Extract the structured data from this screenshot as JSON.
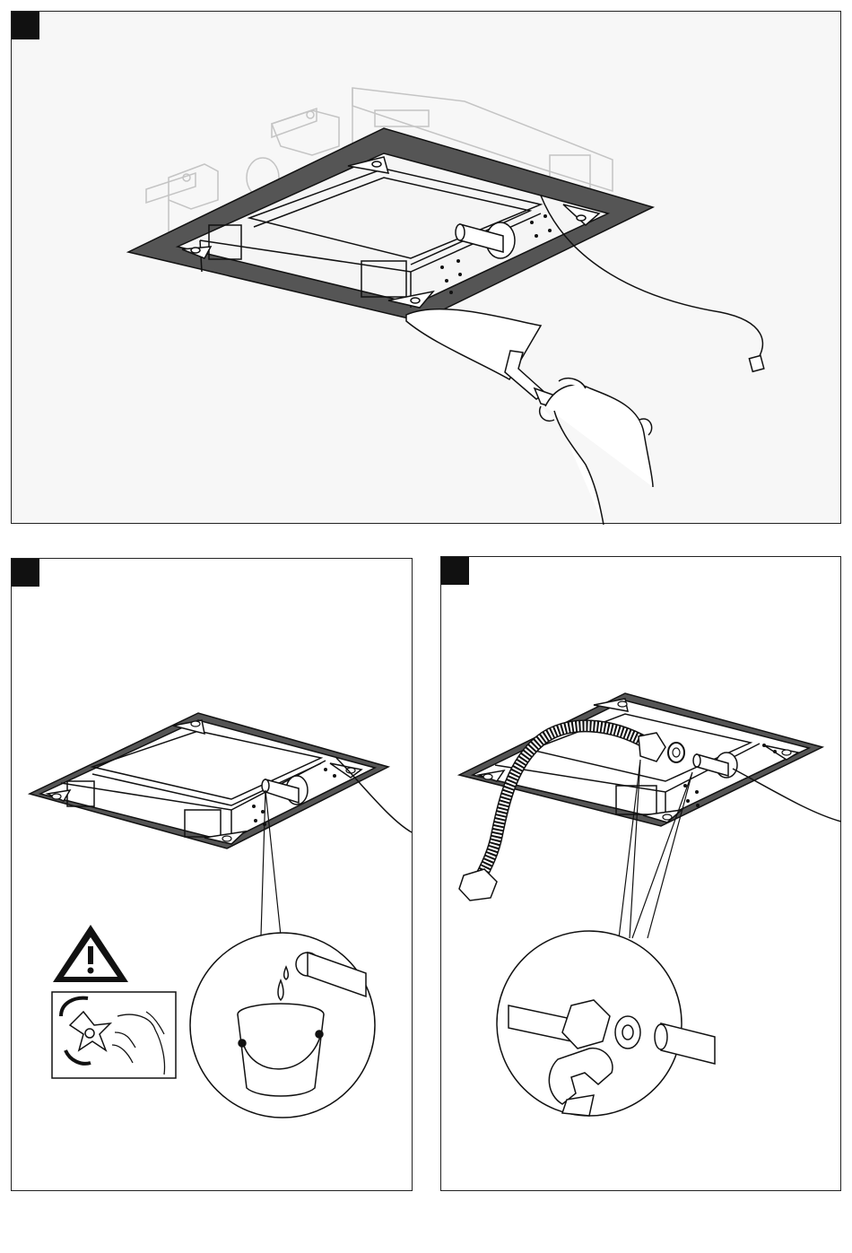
{
  "panels": [
    {
      "id": "step-1",
      "step_marker": "black-square",
      "content": "box-installation-with-trowel"
    },
    {
      "id": "step-2",
      "step_marker": "black-square",
      "content": "flush-pipes-warning"
    },
    {
      "id": "step-3",
      "step_marker": "black-square",
      "content": "connect-flexible-hose"
    }
  ],
  "icons": [
    "warning-triangle-icon",
    "tap-handle-icon",
    "bucket-icon",
    "wrench-icon",
    "trowel-icon",
    "hand-icon"
  ],
  "colors": {
    "line": "#111111",
    "frame_fill": "#555555",
    "light_line": "#bdbdbd",
    "background": "#f7f7f7"
  }
}
